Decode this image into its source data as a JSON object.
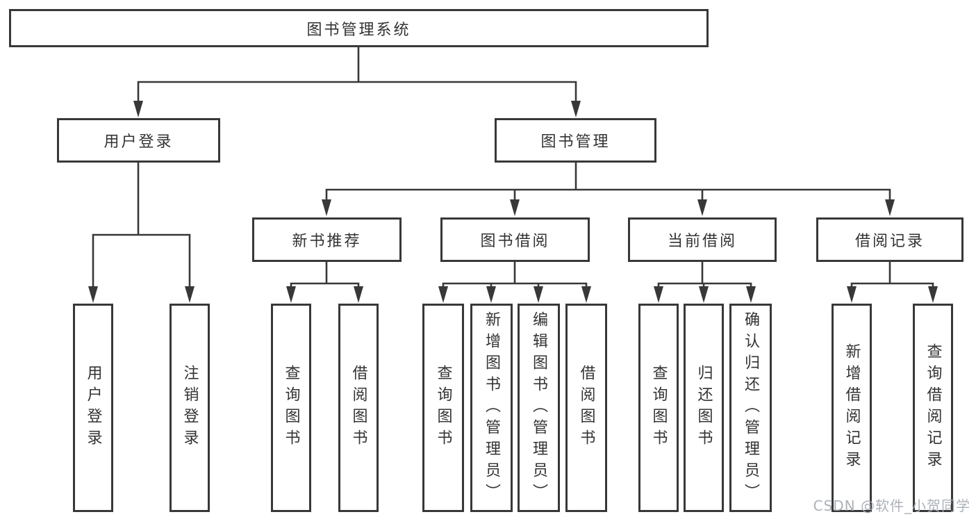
{
  "nodes": {
    "root": {
      "label": "图书管理系统"
    },
    "user_login": {
      "label": "用户登录"
    },
    "book_management": {
      "label": "图书管理"
    },
    "new_book_recommend": {
      "label": "新书推荐"
    },
    "book_borrow": {
      "label": "图书借阅"
    },
    "current_borrow": {
      "label": "当前借阅"
    },
    "borrow_records": {
      "label": "借阅记录"
    },
    "leaf_user_login": {
      "label": "用户登录"
    },
    "leaf_logout_login": {
      "label": "注销登录"
    },
    "leaf_nb_query_books": {
      "label": "查询图书"
    },
    "leaf_nb_borrow_books": {
      "label": "借阅图书"
    },
    "leaf_bb_query_books": {
      "label": "查询图书"
    },
    "leaf_bb_add_books_admin": {
      "label": "新增图书（管理员）"
    },
    "leaf_bb_edit_books_admin": {
      "label": "编辑图书（管理员）"
    },
    "leaf_bb_borrow_books": {
      "label": "借阅图书"
    },
    "leaf_cb_query_books": {
      "label": "查询图书"
    },
    "leaf_cb_return_books": {
      "label": "归还图书"
    },
    "leaf_cb_confirm_return_admin": {
      "label": "确认归还（管理员）"
    },
    "leaf_br_add_record": {
      "label": "新增借阅记录"
    },
    "leaf_br_query_record": {
      "label": "查询借阅记录"
    }
  },
  "watermark": "CSDN @软件_小贺同学",
  "colors": {
    "line": "#383838",
    "box_border": "#383838",
    "text": "#333333",
    "watermark": "#a8adb5",
    "background": "#ffffff"
  }
}
